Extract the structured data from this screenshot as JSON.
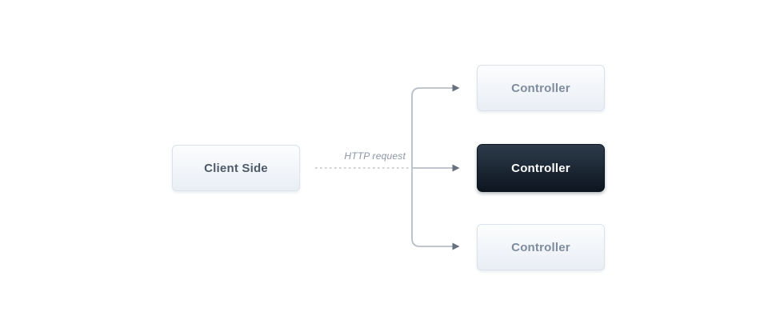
{
  "diagram": {
    "client_box": {
      "label": "Client Side"
    },
    "arrow_label": "HTTP request",
    "controllers": [
      {
        "label": "Controller",
        "variant": "light",
        "position": "top"
      },
      {
        "label": "Controller",
        "variant": "dark",
        "position": "middle"
      },
      {
        "label": "Controller",
        "variant": "light",
        "position": "bottom"
      }
    ],
    "colors": {
      "canvas_bg": "#ffffff",
      "light_box_bg_top": "#fcfdfe",
      "light_box_bg_bottom": "#e9eef5",
      "light_box_border": "#dbe2ea",
      "light_box_text": "#7e8c9d",
      "client_text": "#4d5a68",
      "dark_box_bg_top": "#2d3b4a",
      "dark_box_bg_bottom": "#0d1520",
      "dark_box_text": "#ffffff",
      "line": "#b6bec8",
      "dashed_line": "#c6ccd4",
      "arrowhead": "#67717e",
      "label_text": "#8b95a2"
    }
  }
}
